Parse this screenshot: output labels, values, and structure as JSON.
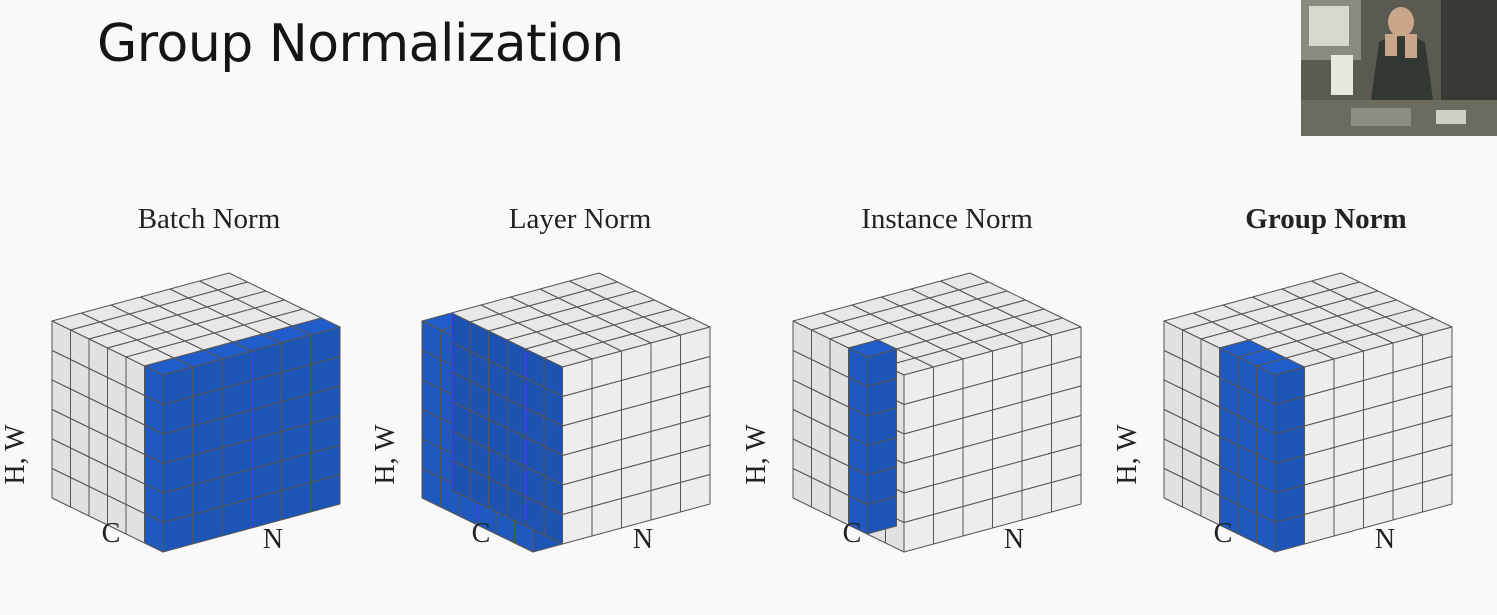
{
  "slide": {
    "title": "Group Normalization"
  },
  "video": {
    "icon": "presenter-video-icon"
  },
  "axes": {
    "hw_label": "H, W",
    "c_label": "C",
    "n_label": "N"
  },
  "colors": {
    "highlight": "#1f59c0",
    "cell": "#e8e8e8",
    "edge": "#555555",
    "background": "#f9f9f9"
  },
  "grid": {
    "channels": 6,
    "batch": 6,
    "spatial": 6
  },
  "panels": [
    {
      "label": "Batch Norm",
      "bold": false,
      "highlight": {
        "type": "c_slice",
        "c": [
          5,
          5
        ]
      }
    },
    {
      "label": "Layer Norm",
      "bold": false,
      "highlight": {
        "type": "n_slice",
        "n": [
          0,
          0
        ]
      }
    },
    {
      "label": "Instance Norm",
      "bold": false,
      "highlight": {
        "type": "column",
        "c": [
          3,
          3
        ],
        "n": [
          0,
          0
        ]
      }
    },
    {
      "label": "Group Norm",
      "bold": true,
      "highlight": {
        "type": "column",
        "c": [
          3,
          5
        ],
        "n": [
          0,
          0
        ]
      }
    }
  ]
}
